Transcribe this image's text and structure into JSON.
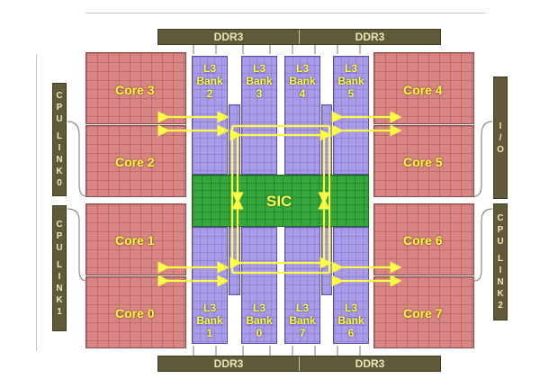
{
  "ddr": {
    "top_left": "DDR3",
    "top_right": "DDR3",
    "bottom_left": "DDR3",
    "bottom_right": "DDR3"
  },
  "cores": {
    "core3": "Core 3",
    "core2": "Core 2",
    "core1": "Core 1",
    "core0": "Core 0",
    "core4": "Core 4",
    "core5": "Core 5",
    "core6": "Core 6",
    "core7": "Core 7"
  },
  "banks": {
    "bank2": [
      "L3",
      "Bank",
      "2"
    ],
    "bank3": [
      "L3",
      "Bank",
      "3"
    ],
    "bank4": [
      "L3",
      "Bank",
      "4"
    ],
    "bank5": [
      "L3",
      "Bank",
      "5"
    ],
    "bank1": [
      "L3",
      "Bank",
      "1"
    ],
    "bank0": [
      "L3",
      "Bank",
      "0"
    ],
    "bank7": [
      "L3",
      "Bank",
      "7"
    ],
    "bank6": [
      "L3",
      "Bank",
      "6"
    ]
  },
  "sic": {
    "label": "SIC"
  },
  "links": {
    "cpu_link0": [
      "C",
      "P",
      "U",
      "",
      "L",
      "I",
      "N",
      "K",
      "0"
    ],
    "cpu_link1": [
      "C",
      "P",
      "U",
      "",
      "L",
      "I",
      "N",
      "K",
      "1"
    ],
    "io": [
      "I",
      "/",
      "O"
    ],
    "cpu_link2": [
      "C",
      "P",
      "U",
      "",
      "L",
      "I",
      "N",
      "K",
      "2"
    ]
  },
  "colors": {
    "core": "#d98583",
    "bank": "#a99be8",
    "sic": "#34a83c",
    "io_block": "#5e5a3a",
    "label": "#ffff33",
    "arrow": "#ffff44"
  }
}
